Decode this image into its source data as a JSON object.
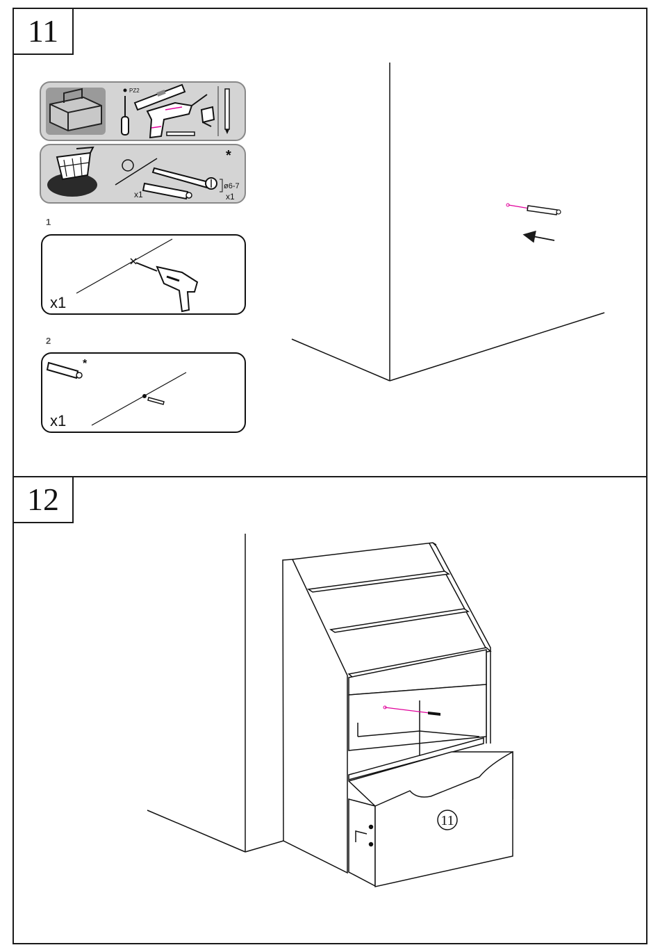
{
  "steps": {
    "step_11": "11",
    "step_12": "12"
  },
  "tools_card": {
    "screwdriver_label": "PZ2",
    "star_mark": "*",
    "screw_qty": "x1",
    "diameter_label": "ø6-7",
    "plug_qty": "x1"
  },
  "substeps": [
    {
      "number": "1",
      "qty": "x1"
    },
    {
      "number": "2",
      "qty": "x1",
      "star_mark": "*"
    }
  ],
  "drawer_label": "11",
  "colors": {
    "line": "#1a1a1a",
    "card_gray": "#cfcfcf",
    "accent_pink": "#e0009a"
  },
  "icons": [
    "toolbox-icon",
    "screwdriver-icon",
    "spirit-level-icon",
    "drill-icon",
    "tape-measure-icon",
    "pencil-icon",
    "shopping-basket-icon",
    "screw-icon",
    "wall-plug-icon",
    "arrow-icon"
  ]
}
